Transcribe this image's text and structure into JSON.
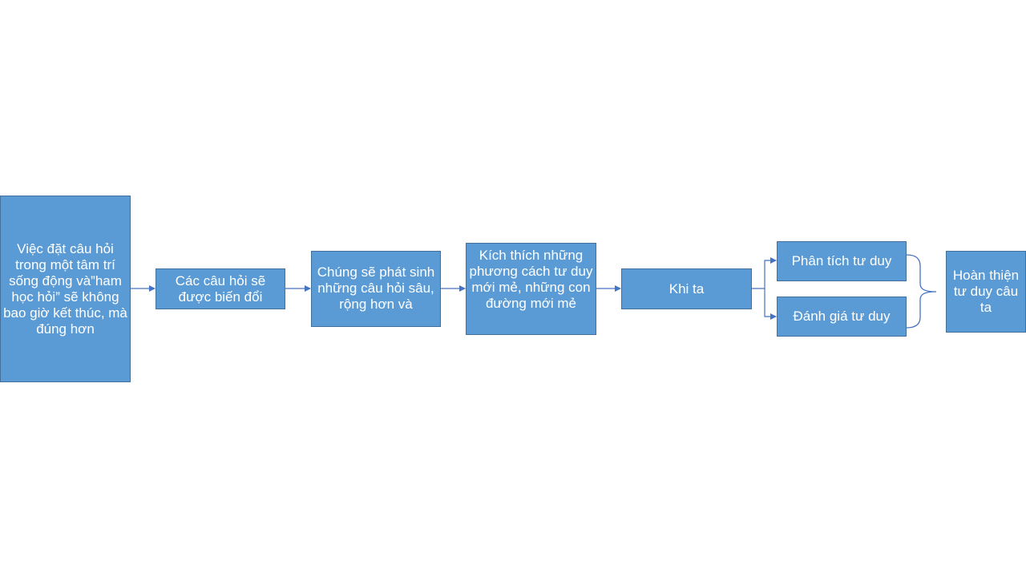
{
  "diagram": {
    "nodes": [
      {
        "id": "b1",
        "text": "Việc đặt câu hỏi trong một tâm trí sống động và”ham học hỏi” sẽ không bao giờ kết thúc, mà đúng hơn"
      },
      {
        "id": "b2",
        "text": "Các câu hỏi sẽ được biến đổi"
      },
      {
        "id": "b3",
        "text": "Chúng sẽ phát sinh những câu hỏi sâu, rộng hơn và"
      },
      {
        "id": "b4",
        "text": "Kích thích những phương cách tư duy mới mẻ, những con đường mới mẻ"
      },
      {
        "id": "b5",
        "text": "Khi ta"
      },
      {
        "id": "b6",
        "text": "Phân tích tư duy"
      },
      {
        "id": "b7",
        "text": "Đánh giá tư duy"
      },
      {
        "id": "b8",
        "text": "Hoàn thiện tư duy câu ta"
      }
    ],
    "edges": [
      {
        "from": "b1",
        "to": "b2"
      },
      {
        "from": "b2",
        "to": "b3"
      },
      {
        "from": "b3",
        "to": "b4"
      },
      {
        "from": "b4",
        "to": "b5"
      },
      {
        "from": "b5",
        "to": "b6"
      },
      {
        "from": "b5",
        "to": "b7"
      }
    ],
    "colors": {
      "box_fill": "#5b9bd5",
      "box_border": "#41719c",
      "connector": "#4472c4",
      "text": "#ffffff"
    }
  }
}
